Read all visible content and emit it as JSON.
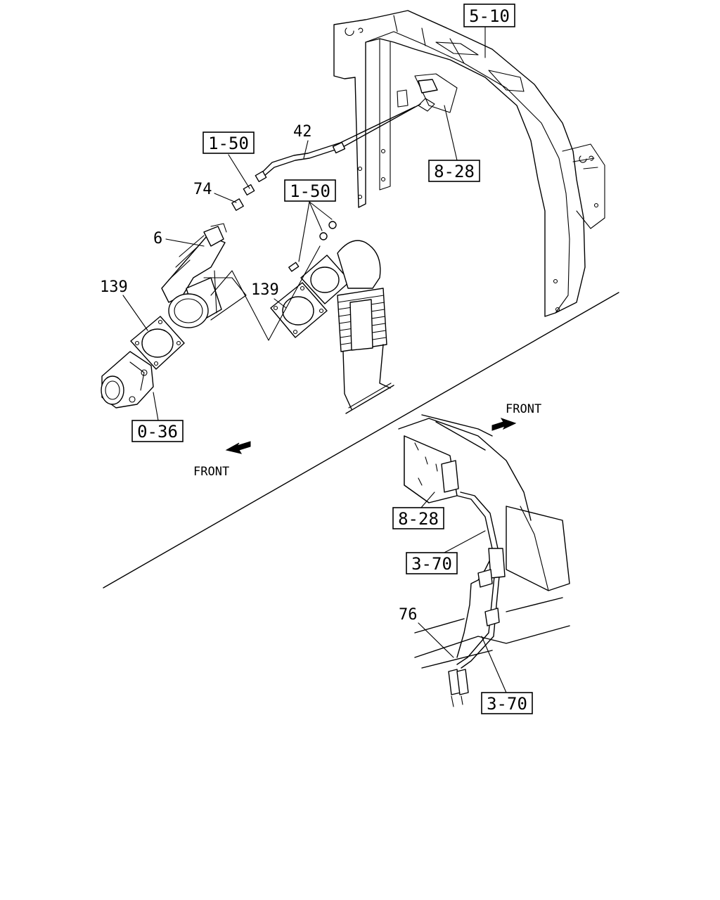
{
  "refs": {
    "r510": "5-10",
    "r150a": "1-50",
    "r150b": "1-50",
    "r828a": "8-28",
    "r036": "0-36",
    "r828b": "8-28",
    "r370a": "3-70",
    "r370b": "3-70"
  },
  "callouts": {
    "n42": "42",
    "n74": "74",
    "n6": "6",
    "n139a": "139",
    "n139b": "139",
    "n76": "76"
  },
  "front_labels": {
    "lower_left": "FRONT",
    "right": "FRONT"
  }
}
